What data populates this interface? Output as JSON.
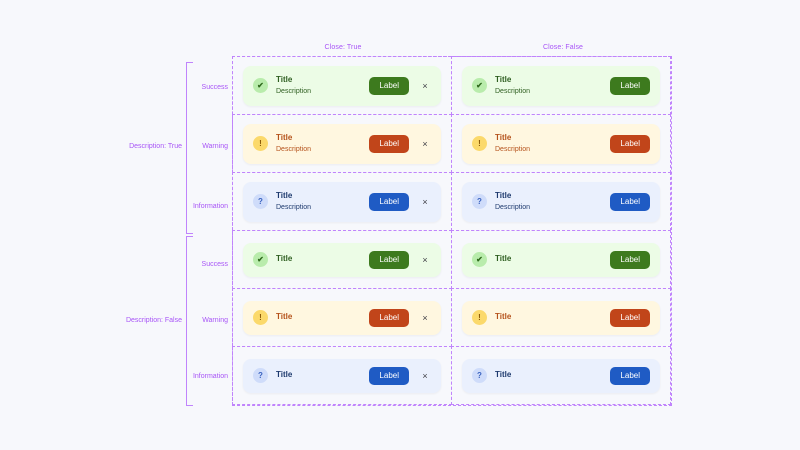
{
  "axes": {
    "columns": [
      {
        "label": "Close: True",
        "close": true
      },
      {
        "label": "Close: False",
        "close": false
      }
    ],
    "row_groups": [
      {
        "label": "Description: True",
        "description": true
      },
      {
        "label": "Description: False",
        "description": false
      }
    ],
    "row_labels": [
      "Success",
      "Warning",
      "Information"
    ]
  },
  "alert": {
    "title": "Title",
    "description": "Description",
    "button_label": "Label",
    "close_icon": "close-icon",
    "close_glyph": "×"
  },
  "variants": [
    {
      "name": "success",
      "icon": "check-circle-icon",
      "glyph": "✔",
      "bg": "#ecfce6",
      "button": "#3d7a1e",
      "text": "#2e5e20",
      "icon_bg": "#b9ecac"
    },
    {
      "name": "warning",
      "icon": "exclamation-circle-icon",
      "glyph": "!",
      "bg": "#fff7e0",
      "button": "#c1451a",
      "text": "#b5521b",
      "icon_bg": "#fbd96b"
    },
    {
      "name": "information",
      "icon": "question-circle-icon",
      "glyph": "?",
      "bg": "#eaf0fd",
      "button": "#1f5bc4",
      "text": "#1e3a6e",
      "icon_bg": "#cfdcfa"
    }
  ],
  "theme": {
    "canvas_bg": "#f7f8fc",
    "annotation": "#a855f7",
    "grid_line": "#c084fc"
  },
  "cells": [
    {
      "group": "Description: True",
      "column": "Close: True",
      "variant": "success",
      "title": "Title",
      "description": "Description",
      "button_label": "Label",
      "show_description": true,
      "show_close": true
    },
    {
      "group": "Description: True",
      "column": "Close: False",
      "variant": "success",
      "title": "Title",
      "description": "Description",
      "button_label": "Label",
      "show_description": true,
      "show_close": false
    },
    {
      "group": "Description: True",
      "column": "Close: True",
      "variant": "warning",
      "title": "Title",
      "description": "Description",
      "button_label": "Label",
      "show_description": true,
      "show_close": true
    },
    {
      "group": "Description: True",
      "column": "Close: False",
      "variant": "warning",
      "title": "Title",
      "description": "Description",
      "button_label": "Label",
      "show_description": true,
      "show_close": false
    },
    {
      "group": "Description: True",
      "column": "Close: True",
      "variant": "information",
      "title": "Title",
      "description": "Description",
      "button_label": "Label",
      "show_description": true,
      "show_close": true
    },
    {
      "group": "Description: True",
      "column": "Close: False",
      "variant": "information",
      "title": "Title",
      "description": "Description",
      "button_label": "Label",
      "show_description": true,
      "show_close": false
    },
    {
      "group": "Description: False",
      "column": "Close: True",
      "variant": "success",
      "title": "Title",
      "description": "",
      "button_label": "Label",
      "show_description": false,
      "show_close": true
    },
    {
      "group": "Description: False",
      "column": "Close: False",
      "variant": "success",
      "title": "Title",
      "description": "",
      "button_label": "Label",
      "show_description": false,
      "show_close": false
    },
    {
      "group": "Description: False",
      "column": "Close: True",
      "variant": "warning",
      "title": "Title",
      "description": "",
      "button_label": "Label",
      "show_description": false,
      "show_close": true
    },
    {
      "group": "Description: False",
      "column": "Close: False",
      "variant": "warning",
      "title": "Title",
      "description": "",
      "button_label": "Label",
      "show_description": false,
      "show_close": false
    },
    {
      "group": "Description: False",
      "column": "Close: True",
      "variant": "information",
      "title": "Title",
      "description": "",
      "button_label": "Label",
      "show_description": false,
      "show_close": true
    },
    {
      "group": "Description: False",
      "column": "Close: False",
      "variant": "information",
      "title": "Title",
      "description": "",
      "button_label": "Label",
      "show_description": false,
      "show_close": false
    }
  ]
}
